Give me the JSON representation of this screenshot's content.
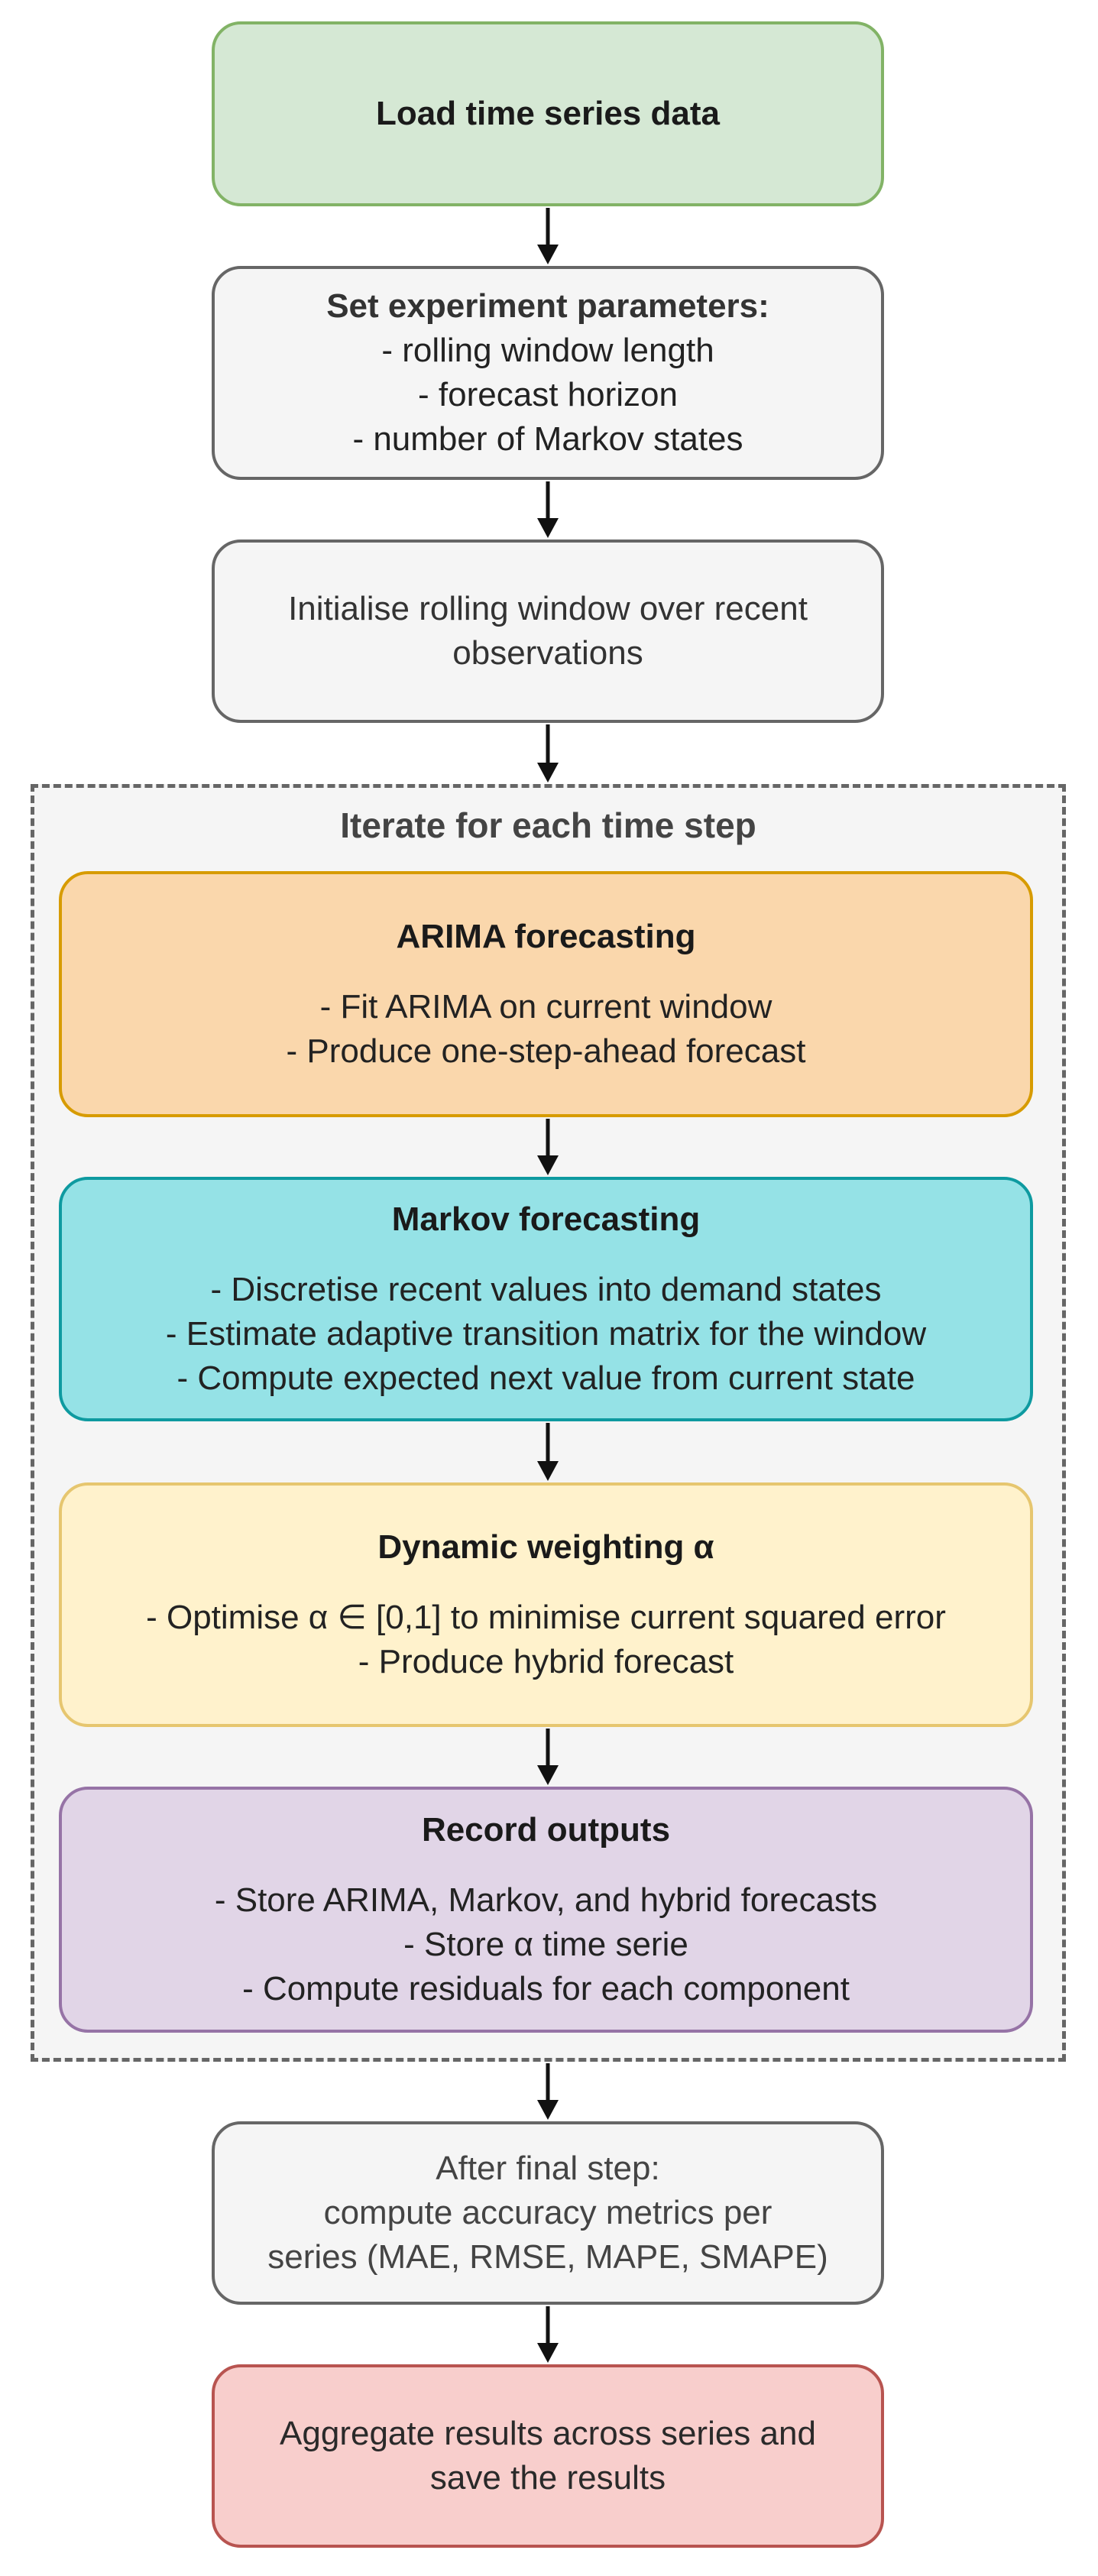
{
  "nodes": {
    "load": {
      "title": "Load time series data"
    },
    "params": {
      "title": "Set experiment parameters:",
      "lines": [
        "- rolling window length",
        "- forecast horizon",
        "- number of Markov states"
      ]
    },
    "init": {
      "lines": [
        "Initialise rolling window over recent",
        "observations"
      ]
    },
    "loop": {
      "label": "Iterate for each time step"
    },
    "arima": {
      "title": "ARIMA forecasting",
      "lines": [
        "- Fit ARIMA on current window",
        "- Produce one-step-ahead forecast"
      ]
    },
    "markov": {
      "title": "Markov forecasting",
      "lines": [
        "- Discretise recent values into demand states",
        "- Estimate adaptive transition matrix for the window",
        "- Compute expected next value from current state"
      ]
    },
    "weighting": {
      "title": "Dynamic weighting α",
      "lines": [
        "- Optimise α ∈ [0,1] to minimise current squared error",
        "- Produce hybrid forecast"
      ]
    },
    "record": {
      "title": "Record outputs",
      "lines": [
        "- Store ARIMA, Markov, and hybrid forecasts",
        "- Store α time serie",
        "- Compute residuals for each component"
      ]
    },
    "final": {
      "lines": [
        "After final step:",
        "compute accuracy metrics per",
        "series (MAE, RMSE, MAPE, SMAPE)"
      ]
    },
    "aggregate": {
      "lines": [
        "Aggregate results across series and",
        "save the results"
      ]
    }
  },
  "colors": {
    "green_fill": "#d5e8d4",
    "green_stroke": "#82b366",
    "gray_fill": "#f5f5f5",
    "gray_stroke": "#666666",
    "orange_fill": "#fad7ac",
    "orange_stroke": "#d79b00",
    "teal_fill": "#95e2e6",
    "teal_stroke": "#0e9aa0",
    "yellow_fill": "#fff2cc",
    "yellow_stroke": "#e6c66f",
    "purple_fill": "#e1d5e7",
    "purple_stroke": "#9673a6",
    "red_fill": "#f8cecc",
    "red_stroke": "#b85450",
    "arrow": "#111111"
  }
}
